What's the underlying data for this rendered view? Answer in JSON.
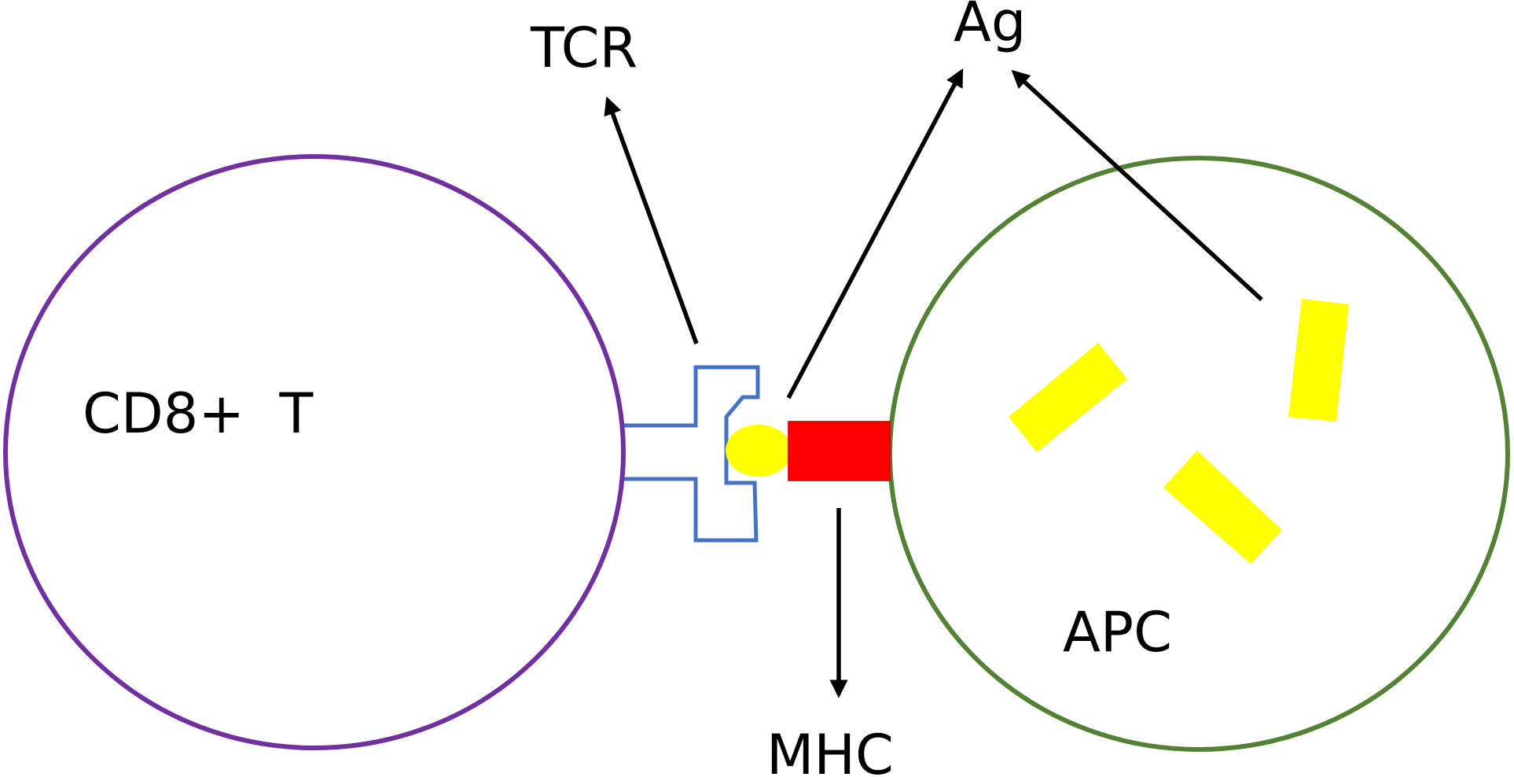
{
  "labels": {
    "t_cell": "CD8+  T",
    "apc": "APC",
    "tcr": "TCR",
    "ag": "Ag",
    "mhc": "MHC"
  },
  "colors": {
    "t_cell_outline": "#7030A0",
    "apc_outline": "#548235",
    "tcr_outline": "#4472C4",
    "antigen": "#FFFF00",
    "mhc": "#FF0000",
    "arrow": "#000000"
  }
}
